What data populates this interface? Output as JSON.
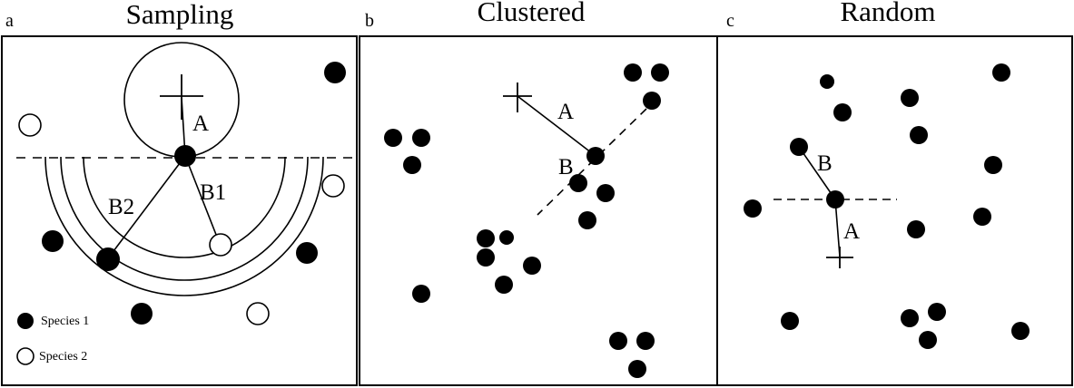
{
  "panels": [
    {
      "letter": "a",
      "title": "Sampling",
      "labels": [
        "A",
        "B2",
        "B1"
      ],
      "legend": {
        "species1": "Species 1",
        "species2": "Species 2"
      }
    },
    {
      "letter": "b",
      "title": "Clustered",
      "labels": [
        "A",
        "B"
      ]
    },
    {
      "letter": "c",
      "title": "Random",
      "labels": [
        "A",
        "B"
      ]
    }
  ],
  "colors": {
    "ink": "#000000",
    "paper": "#ffffff"
  }
}
